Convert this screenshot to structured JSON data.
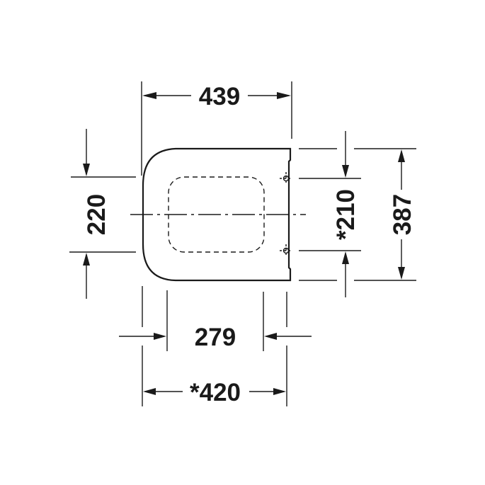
{
  "drawing": {
    "subject": "toilet seat dimensional drawing (top view)",
    "line_color": "#1a1a1a",
    "background": "#ffffff"
  },
  "dimensions": {
    "overall_width": "439",
    "overall_depth": "387",
    "hinge_spacing": "*210",
    "front_zone": "220",
    "inner_width": "279",
    "fixing_width": "*420"
  }
}
